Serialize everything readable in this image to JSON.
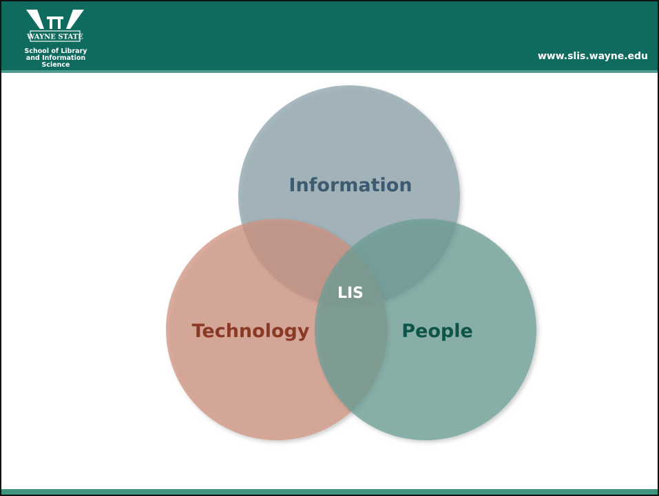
{
  "header": {
    "logo_wordmark": "WAYNE STATE",
    "school_line1": "School of Library",
    "school_line2": "and Information Science",
    "url": "www.slis.wayne.edu"
  },
  "venn": {
    "sets": [
      {
        "key": "information",
        "label": "Information",
        "fill": "#8ea3ac",
        "text_color": "#3d5b70"
      },
      {
        "key": "technology",
        "label": "Technology",
        "fill": "#cf9382",
        "text_color": "#8a3a24"
      },
      {
        "key": "people",
        "label": "People",
        "fill": "#6c9e95",
        "text_color": "#0f5449"
      }
    ],
    "center_label": "LIS",
    "center_color": "#ffffff"
  },
  "colors": {
    "header_bg": "#0f6b5e",
    "header_rule": "#4d9c8d",
    "footer": "#3f9480"
  }
}
